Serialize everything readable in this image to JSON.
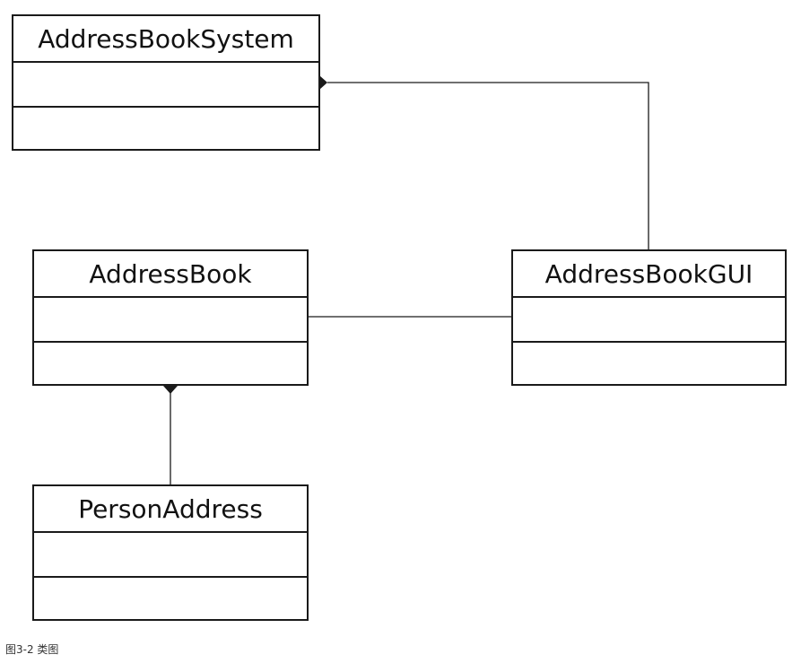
{
  "classes": {
    "system": {
      "name": "AddressBookSystem"
    },
    "book": {
      "name": "AddressBook"
    },
    "gui": {
      "name": "AddressBookGUI"
    },
    "person": {
      "name": "PersonAddress"
    }
  },
  "relations": [
    {
      "kind": "composition",
      "whole": "AddressBookSystem",
      "part": "AddressBookGUI"
    },
    {
      "kind": "association",
      "from": "AddressBook",
      "to": "AddressBookGUI"
    },
    {
      "kind": "composition",
      "whole": "AddressBook",
      "part": "PersonAddress"
    }
  ],
  "caption": "图3-2 类图",
  "colors": {
    "line": "#1a1a1a",
    "background": "#ffffff"
  }
}
